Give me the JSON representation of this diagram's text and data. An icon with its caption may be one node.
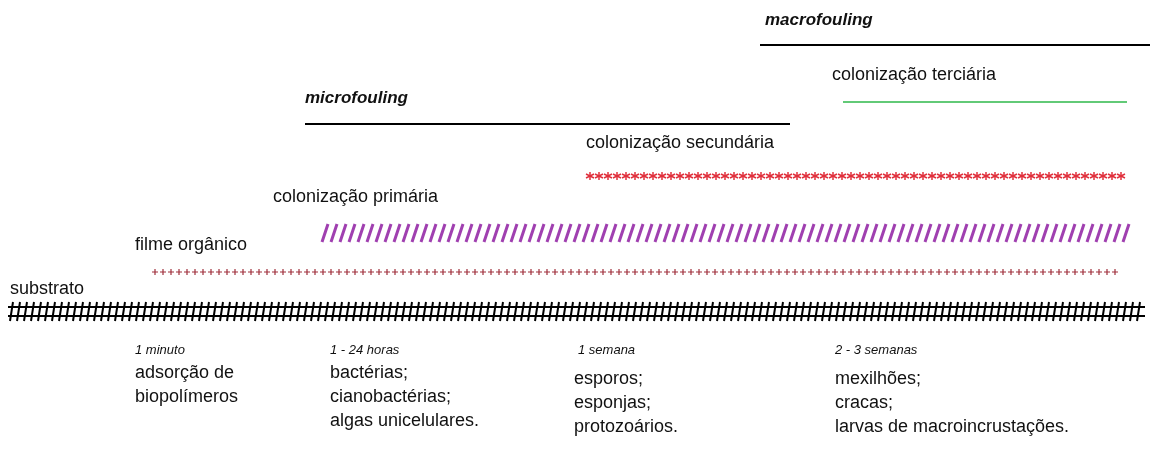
{
  "diagram": {
    "labels": [
      "macrofouling",
      "colonização terciária",
      "microfouling",
      "colonização secundária",
      "colonização primária",
      "filme orgânico",
      "substrato",
      "1 minuto",
      "1 - 24 horas",
      "1 semana",
      "2 - 3 semanas",
      "adsorção de biopolímeros",
      "bactérias;",
      "cianobactérias;",
      "algas unicelulares.",
      "esporos;",
      "esponjas;",
      "protozoários.",
      "mexilhões;",
      "cracas;",
      "larvas de macroincrustações."
    ]
  }
}
